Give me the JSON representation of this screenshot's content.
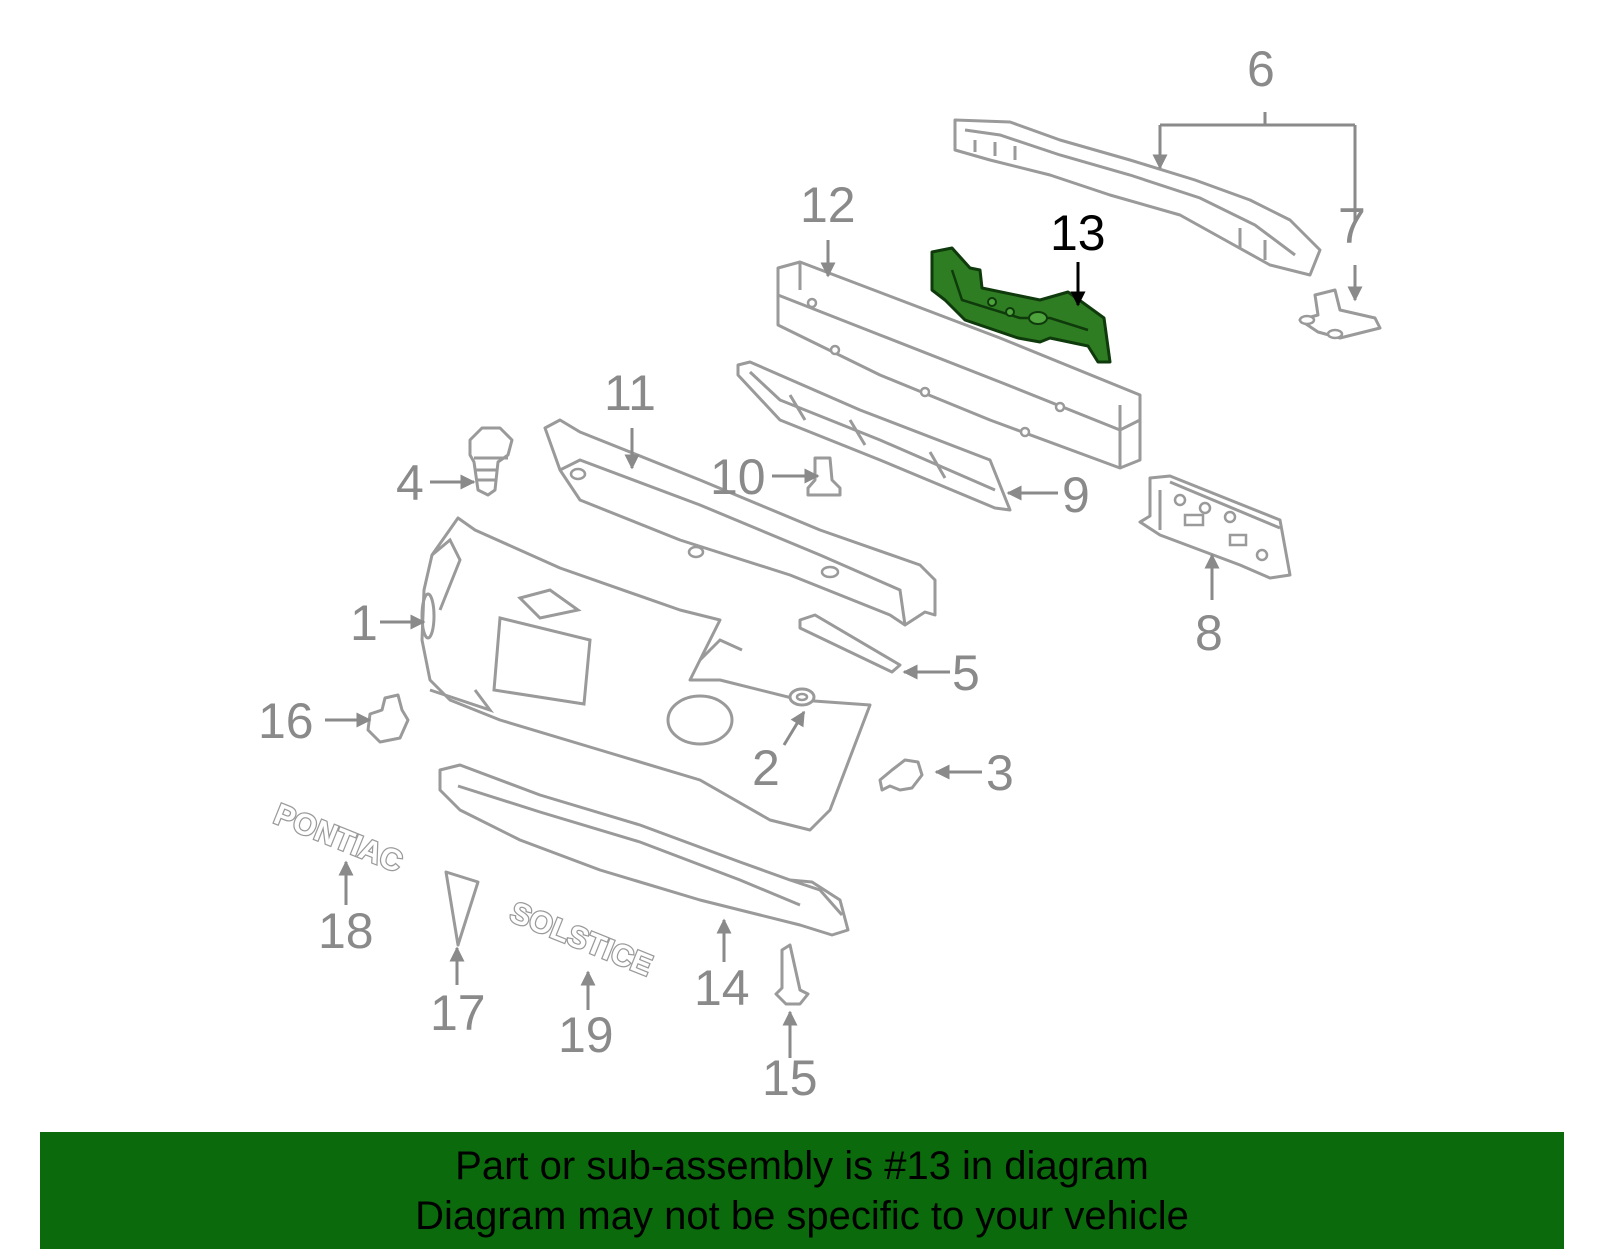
{
  "highlight_color": "#2f7d22",
  "caption_bar_color": "#0b6a0b",
  "callouts": {
    "c1": "1",
    "c2": "2",
    "c3": "3",
    "c4": "4",
    "c5": "5",
    "c6": "6",
    "c7": "7",
    "c8": "8",
    "c9": "9",
    "c10": "10",
    "c11": "11",
    "c12": "12",
    "c13": "13",
    "c14": "14",
    "c15": "15",
    "c16": "16",
    "c17": "17",
    "c18": "18",
    "c19": "19"
  },
  "emblems": {
    "pontiac": "PONTIAC",
    "solstice": "SOLSTICE"
  },
  "caption": {
    "line1": "Part or sub-assembly is #13 in diagram",
    "line2": "Diagram may not be specific to your vehicle"
  }
}
